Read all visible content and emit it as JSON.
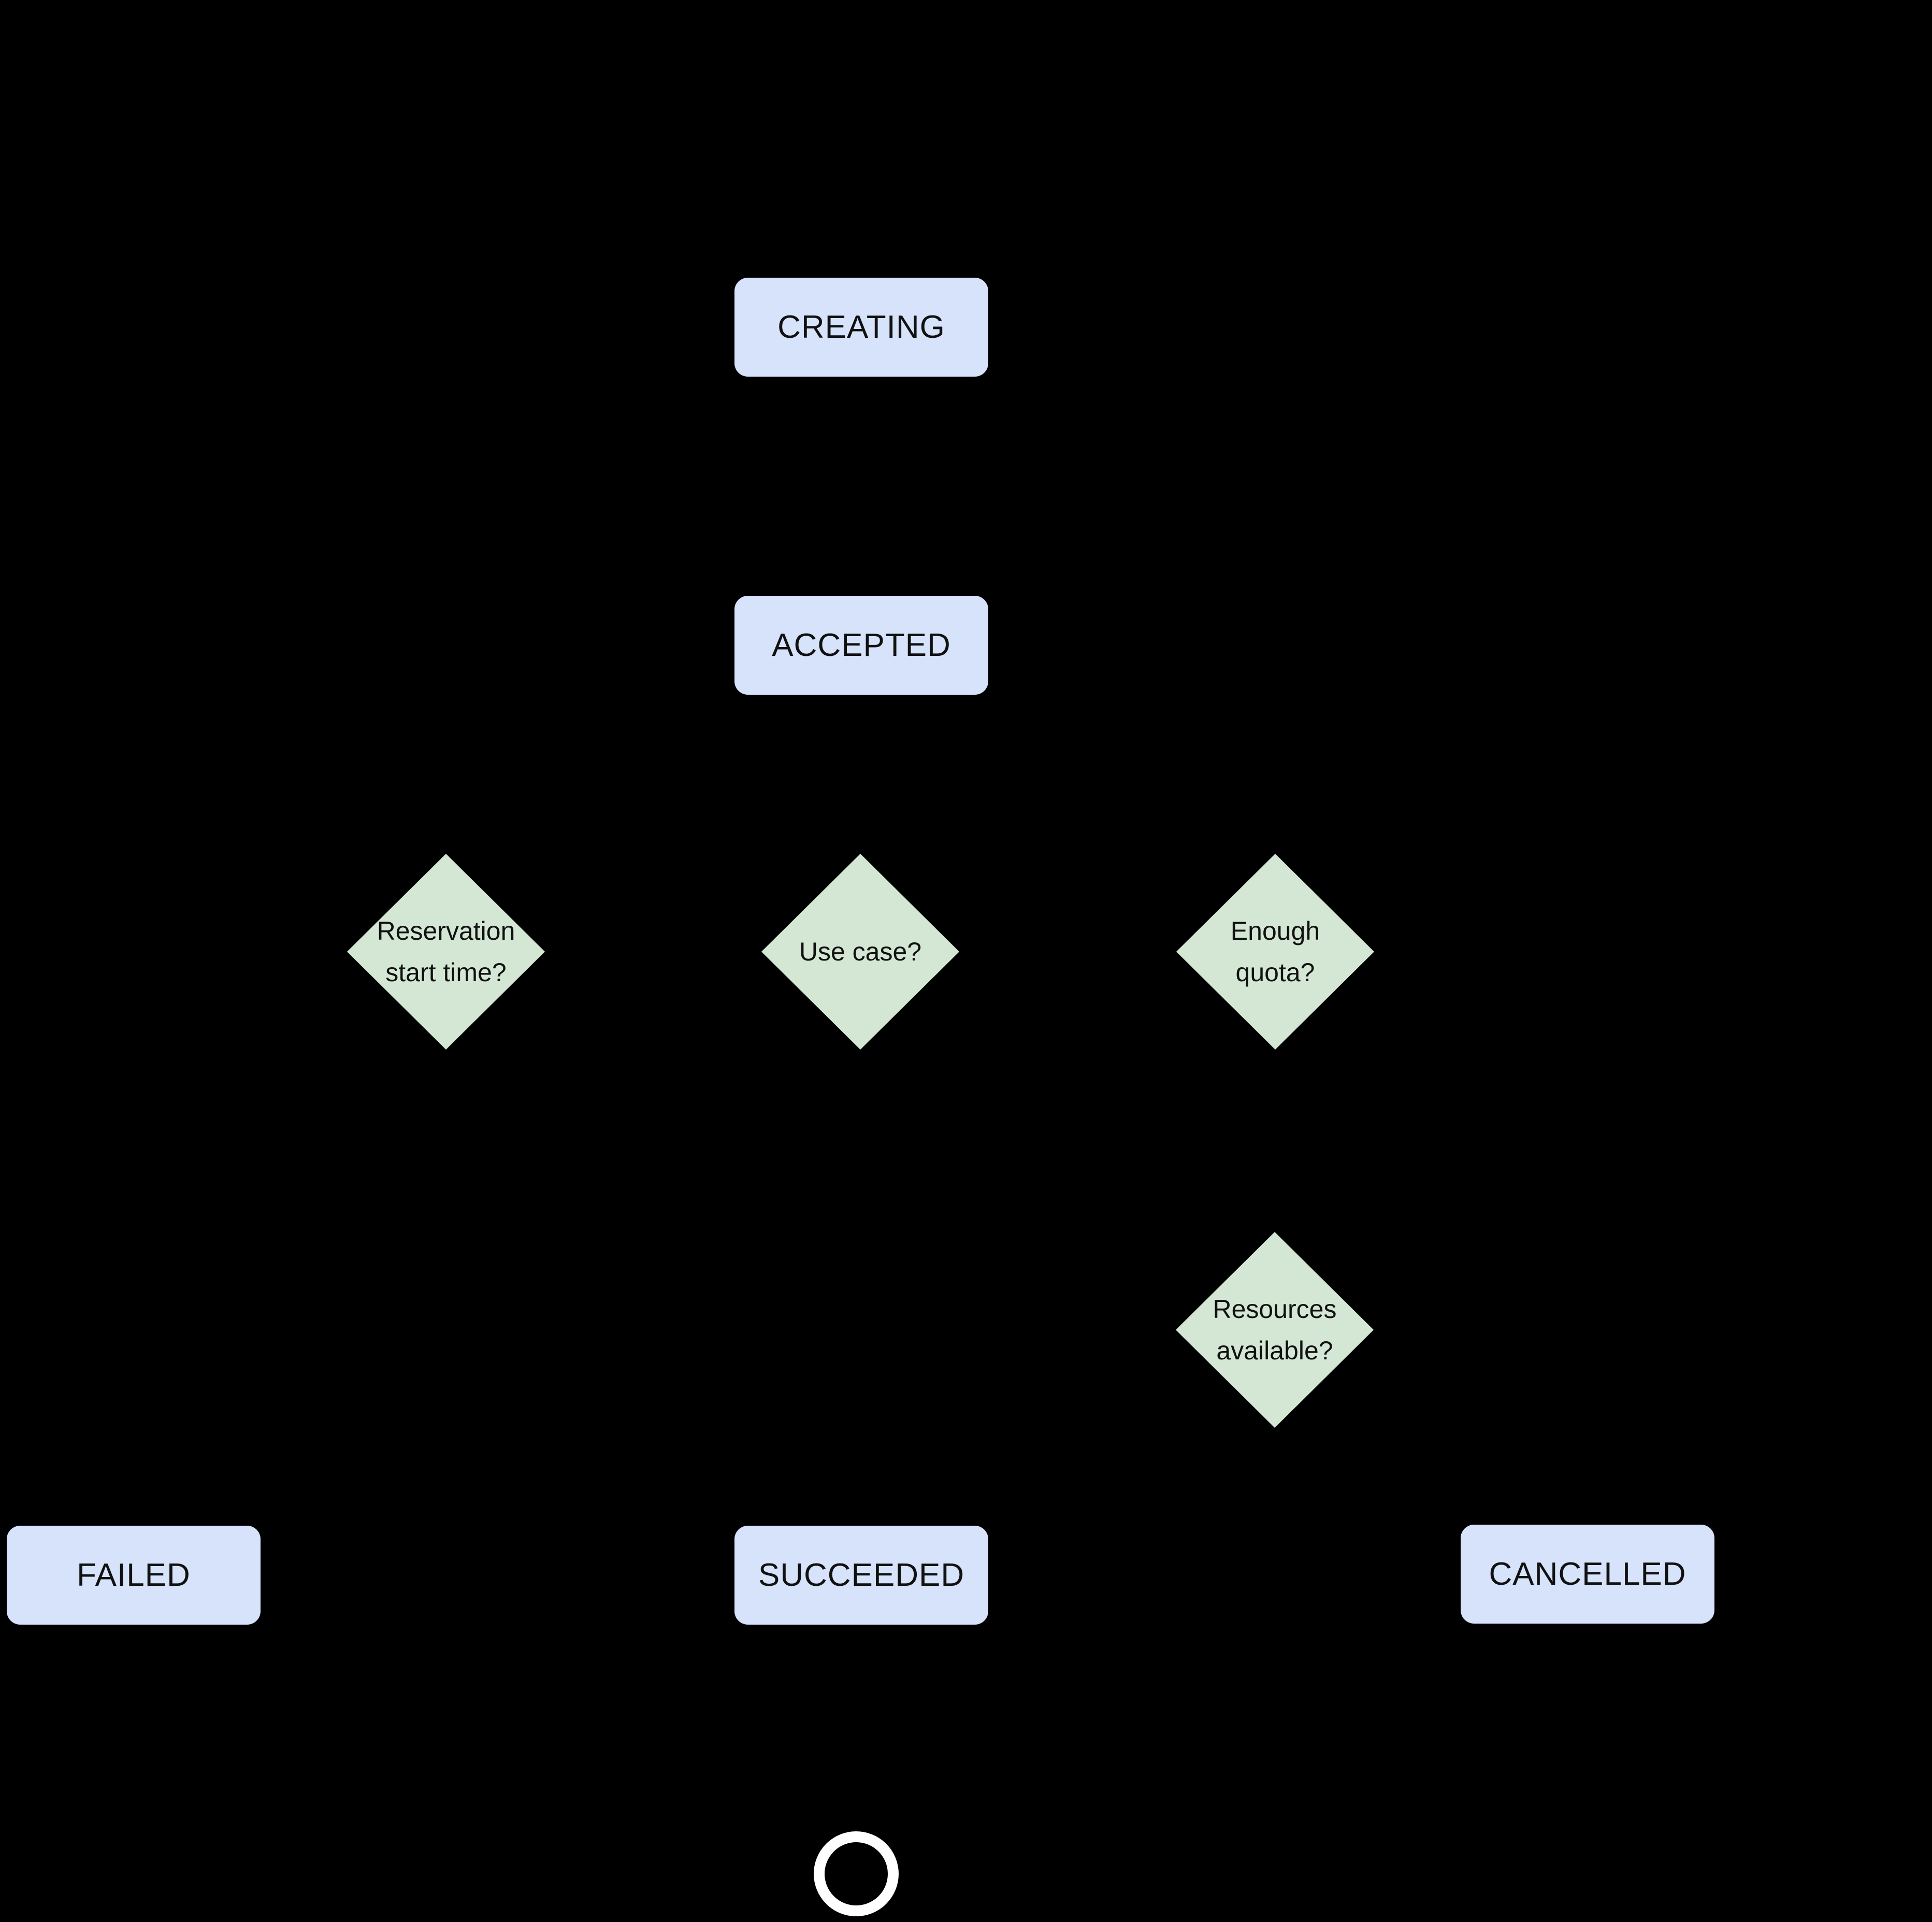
{
  "diagram": {
    "background_color": "#000000",
    "node_text_color": "#111111",
    "state_box_fill": "#d6e3fb",
    "decision_diamond_fill": "#d4e7d4",
    "end_ring_color": "#ffffff",
    "states": {
      "creating": "CREATING",
      "accepted": "ACCEPTED",
      "failed": "FAILED",
      "succeeded": "SUCCEEDED",
      "cancelled": "CANCELLED"
    },
    "decisions": {
      "reservation_start_time": "Reservation\nstart time?",
      "use_case": "Use case?",
      "enough_quota": "Enough\nquota?",
      "resources_available": "Resources\navailable?"
    }
  }
}
